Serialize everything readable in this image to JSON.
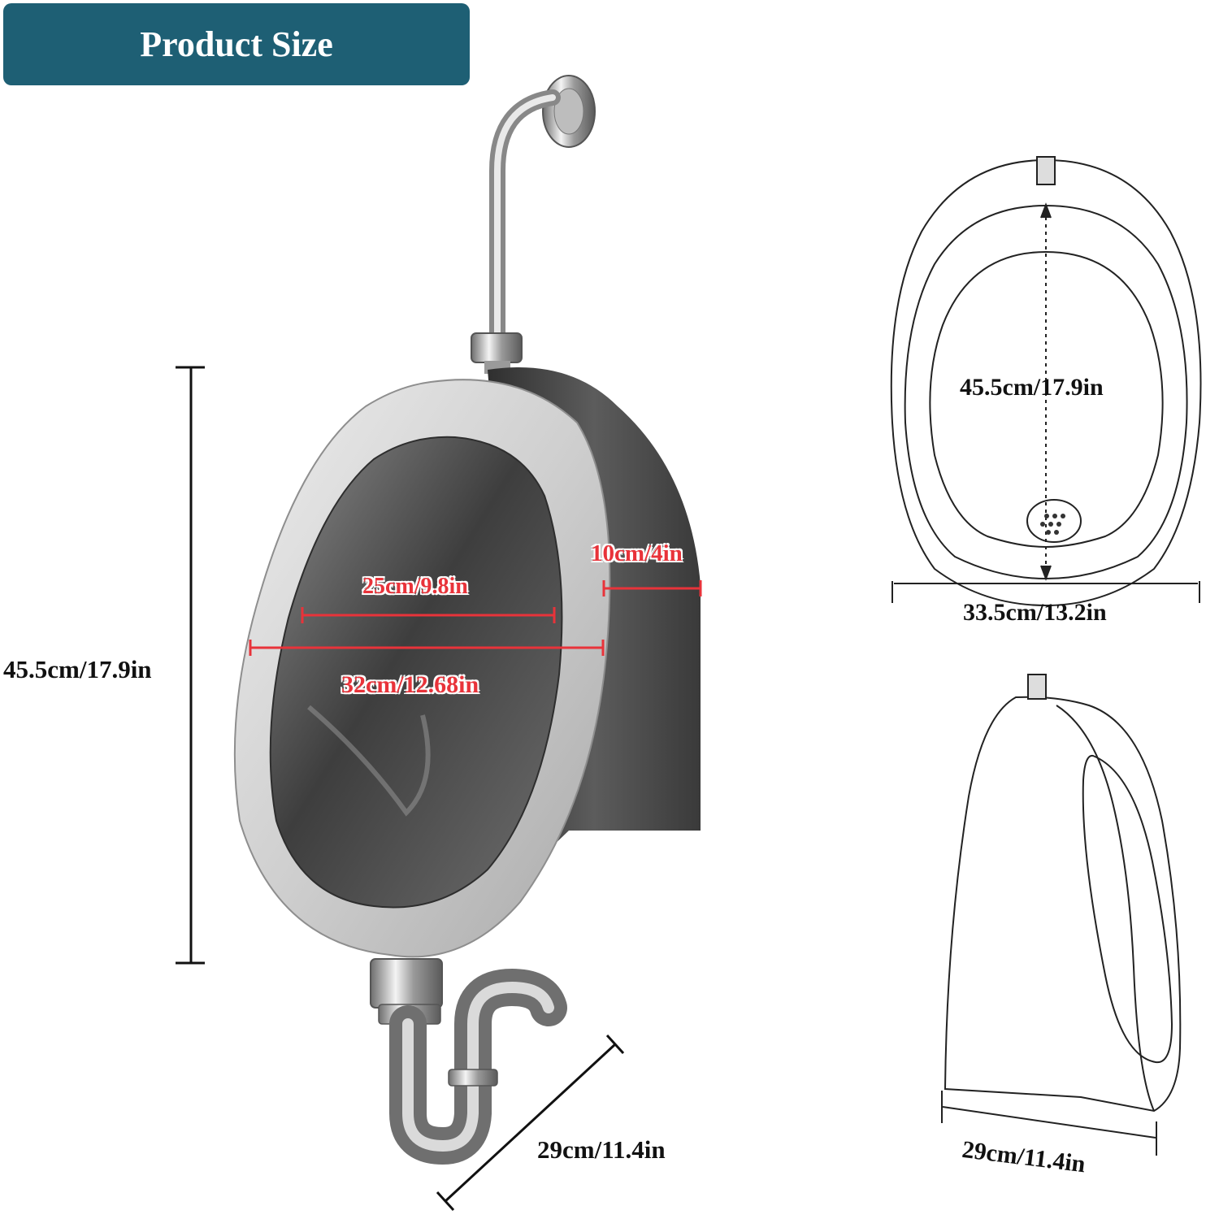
{
  "header": {
    "title": "Product Size"
  },
  "dimensions": {
    "height": "45.5cm/17.9in",
    "inner_width": "25cm/9.8in",
    "outer_width": "32cm/12.68in",
    "rim_depth": "10cm/4in",
    "depth": "29cm/11.4in",
    "front_height": "45.5cm/17.9in",
    "front_width": "33.5cm/13.2in",
    "side_depth": "29cm/11.4in"
  },
  "colors": {
    "banner": "#1e5f74",
    "red_dimension": "#e8333a",
    "steel_light": "#d9d9d9",
    "steel_dark": "#4a4a4a"
  }
}
